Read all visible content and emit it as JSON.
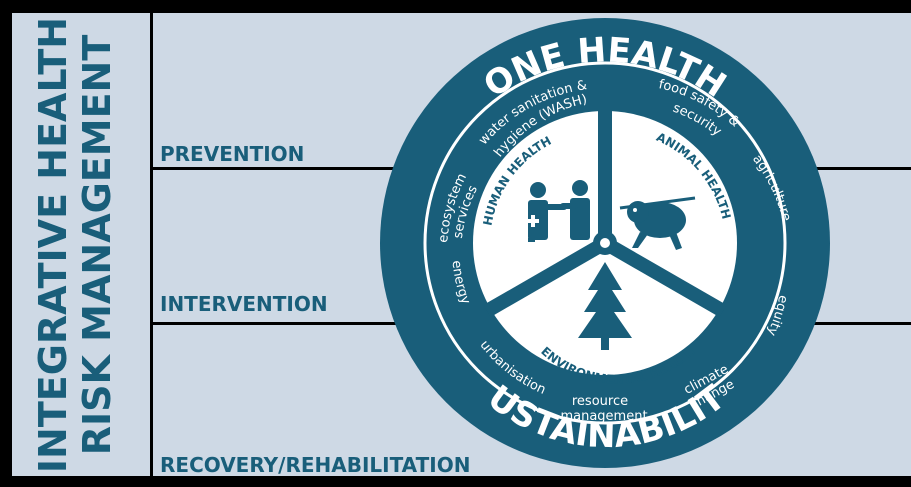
{
  "side_title": {
    "line1": "INTEGRATIVE HEALTH",
    "line2": "RISK MANAGEMENT"
  },
  "rows": {
    "prevention": "PREVENTION",
    "intervention": "INTERVENTION",
    "recovery": "RECOVERY/REHABILITATION"
  },
  "circle": {
    "top_title": "ONE HEALTH",
    "bottom_title": "SUSTAINABILITY",
    "sectors": {
      "human": "HUMAN HEALTH",
      "animal": "ANIMAL HEALTH",
      "environmental": "ENVIRONMENTAL HEALTH"
    },
    "ring_labels": {
      "wash_line1": "water sanitation &",
      "wash_line2": "hygiene (WASH)",
      "food_line1": "food safety &",
      "food_line2": "security",
      "agriculture": "agriculture",
      "equity": "equity",
      "climate_line1": "climate",
      "climate_line2": "change",
      "resource_line1": "resource",
      "resource_line2": "management",
      "urbanisation": "urbanisation",
      "energy": "energy",
      "eco_line1": "ecosystem",
      "eco_line2": "services"
    }
  },
  "colors": {
    "primary": "#195E7A",
    "background_panel": "#CED9E5",
    "border": "#000000",
    "white": "#FFFFFF"
  }
}
